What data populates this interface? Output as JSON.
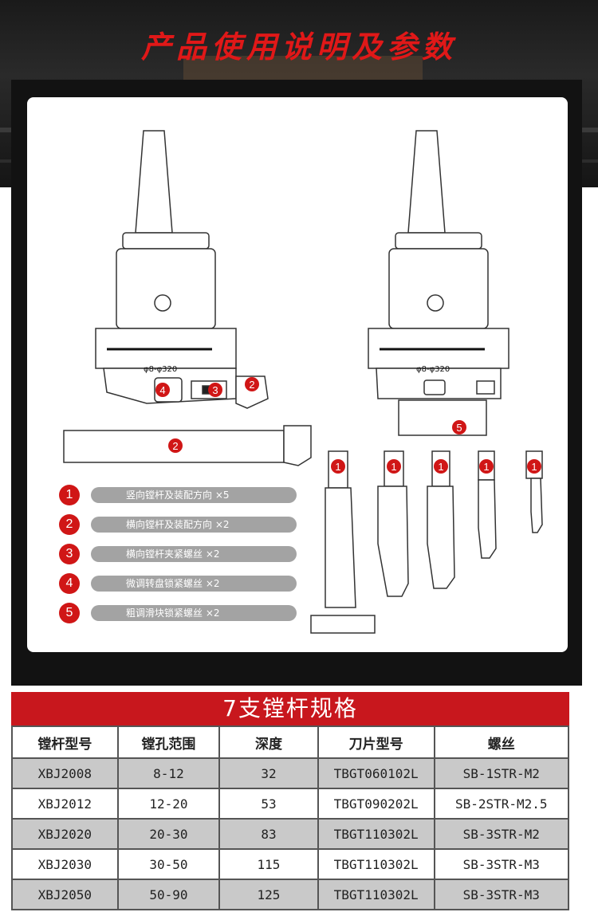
{
  "header": {
    "title": "产品使用说明及参数"
  },
  "diagram": {
    "scale_label_left": "φ8-φ320",
    "scale_label_right": "φ8-φ320",
    "callouts": [
      "1",
      "2",
      "3",
      "4",
      "5"
    ]
  },
  "legend": [
    {
      "num": "1",
      "text": "竖向镗杆及装配方向 ×5"
    },
    {
      "num": "2",
      "text": "横向镗杆及装配方向 ×2"
    },
    {
      "num": "3",
      "text": "横向镗杆夹紧螺丝 ×2"
    },
    {
      "num": "4",
      "text": "微调转盘锁紧螺丝 ×2"
    },
    {
      "num": "5",
      "text": "粗调滑块锁紧螺丝 ×2"
    }
  ],
  "specs": {
    "title": "7支镗杆规格",
    "headers": [
      "镗杆型号",
      "镗孔范围",
      "深度",
      "刀片型号",
      "螺丝"
    ],
    "rows": [
      [
        "XBJ2008",
        "8-12",
        "32",
        "TBGT060102L",
        "SB-1STR-M2"
      ],
      [
        "XBJ2012",
        "12-20",
        "53",
        "TBGT090202L",
        "SB-2STR-M2.5"
      ],
      [
        "XBJ2020",
        "20-30",
        "83",
        "TBGT110302L",
        "SB-3STR-M2"
      ],
      [
        "XBJ2030",
        "30-50",
        "115",
        "TBGT110302L",
        "SB-3STR-M3"
      ],
      [
        "XBJ2050",
        "50-90",
        "125",
        "TBGT110302L",
        "SB-3STR-M3"
      ]
    ]
  }
}
